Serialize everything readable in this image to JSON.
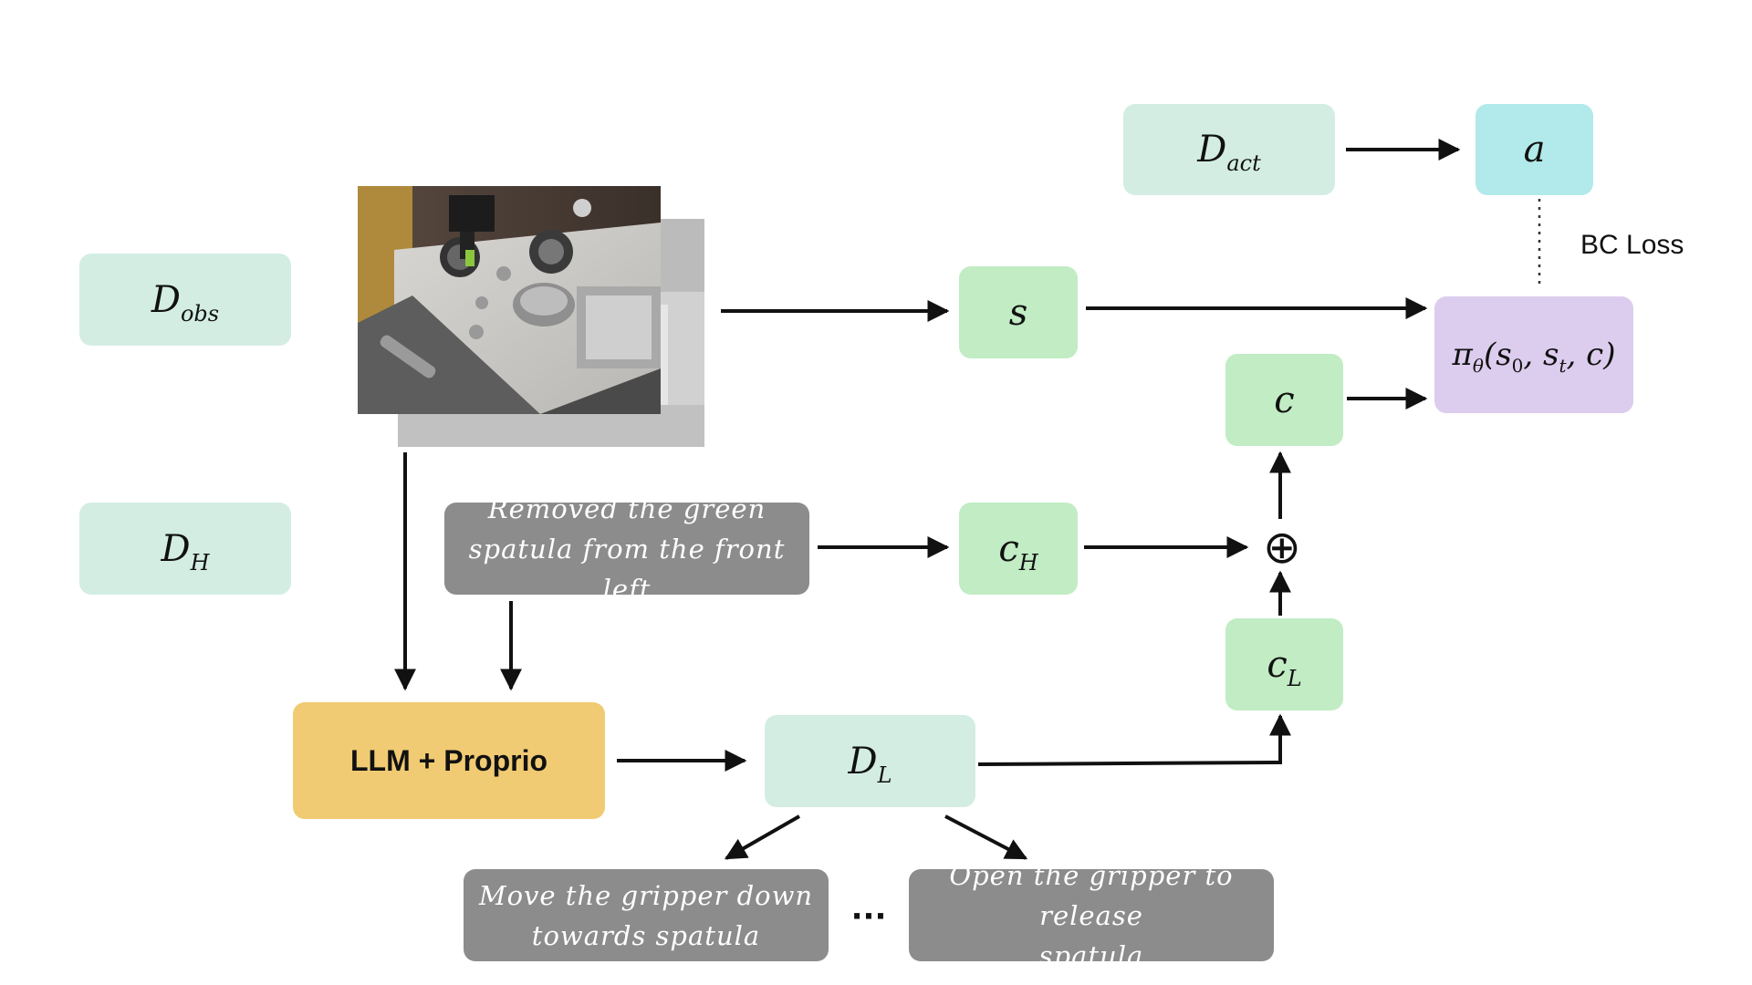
{
  "nodes": {
    "d_obs": {
      "main": "D",
      "sub": "obs"
    },
    "d_h": {
      "main": "D",
      "sub": "H"
    },
    "d_act": {
      "main": "D",
      "sub": "act"
    },
    "a": {
      "main": "a"
    },
    "s": {
      "main": "s"
    },
    "c": {
      "main": "c"
    },
    "c_h": {
      "main": "c",
      "sub": "H"
    },
    "c_l": {
      "main": "c",
      "sub": "L"
    },
    "d_l": {
      "main": "D",
      "sub": "L"
    },
    "policy": {
      "main": "π",
      "sub_theta": "θ",
      "args_open": "(s",
      "s0_sub": "0",
      "comma1": ", s",
      "st_sub": "t",
      "args_close": ", c)"
    },
    "llm": {
      "label": "LLM + Proprio"
    },
    "oplus": {
      "symbol": "⊕"
    },
    "bc_loss": {
      "label": "BC Loss"
    },
    "ellipsis": {
      "label": "···"
    }
  },
  "captions": {
    "high_level": {
      "line1": "Removed the green",
      "line2": "spatula from the front left"
    },
    "low_level_1": {
      "line1": "Move the gripper down",
      "line2": "towards spatula"
    },
    "low_level_2": {
      "line1": "Open the gripper to release",
      "line2": "spatula"
    }
  },
  "image": {
    "description_icon": "kitchen-observation-image"
  },
  "colors": {
    "dataset_box": "#d3ede3",
    "embedding_box": "#c1ecc4",
    "action_box": "#b2e9ea",
    "policy_box": "#dccdee",
    "llm_box": "#f0cb73",
    "caption_box": "#8c8c8c"
  }
}
